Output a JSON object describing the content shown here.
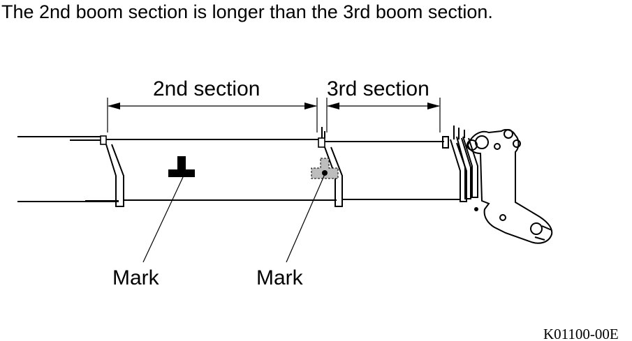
{
  "heading": "The 2nd boom section is longer than the 3rd boom section.",
  "labels": {
    "second_section": "2nd section",
    "third_section": "3rd section",
    "mark_left": "Mark",
    "mark_right": "Mark"
  },
  "figure_code": "K01100-00E",
  "colors": {
    "line": "#000000",
    "mark_solid": "#000000",
    "mark_hatched": "#b8b8b8"
  }
}
